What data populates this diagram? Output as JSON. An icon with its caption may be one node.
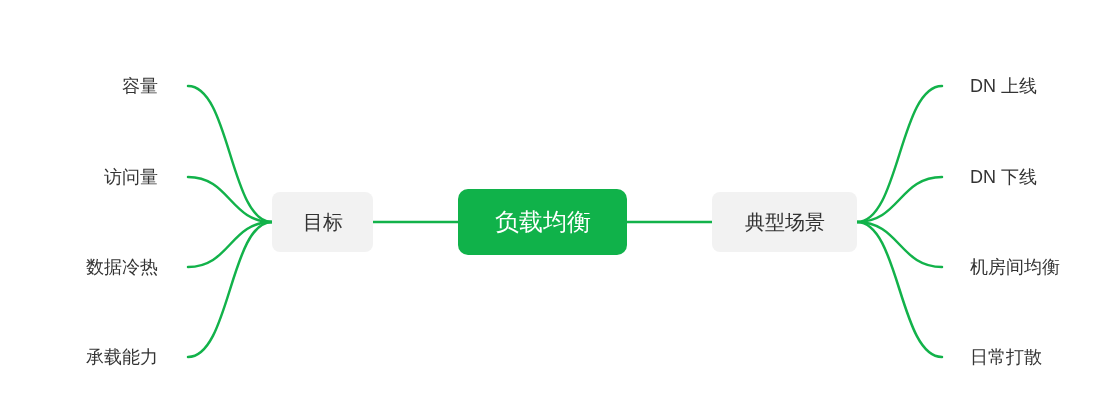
{
  "diagram": {
    "nodes": [
      {
        "text": [
          "负载均衡"
        ]
      },
      {
        "text": [
          "目标"
        ]
      },
      {
        "text": [
          "容量"
        ]
      },
      {
        "text": [
          "访问量"
        ]
      },
      {
        "text": [
          "数据冷热"
        ]
      },
      {
        "text": [
          "承载能力"
        ]
      },
      {
        "text": [
          "典型场景"
        ]
      },
      {
        "text": [
          "DN 上线"
        ]
      },
      {
        "text": [
          "DN 下线"
        ]
      },
      {
        "text": [
          "机房间均衡"
        ]
      },
      {
        "text": [
          "日常打散"
        ]
      }
    ],
    "edges": [
      {
        "from": 0,
        "to": 1,
        "arrow": "none"
      },
      {
        "from": 1,
        "to": 2,
        "arrow": "none"
      },
      {
        "from": 1,
        "to": 3,
        "arrow": "none"
      },
      {
        "from": 1,
        "to": 4,
        "arrow": "none"
      },
      {
        "from": 1,
        "to": 5,
        "arrow": "none"
      },
      {
        "from": 0,
        "to": 6,
        "arrow": "none"
      },
      {
        "from": 6,
        "to": 7,
        "arrow": "none"
      },
      {
        "from": 6,
        "to": 8,
        "arrow": "none"
      },
      {
        "from": 6,
        "to": 9,
        "arrow": "none"
      },
      {
        "from": 6,
        "to": 10,
        "arrow": "none"
      }
    ]
  }
}
